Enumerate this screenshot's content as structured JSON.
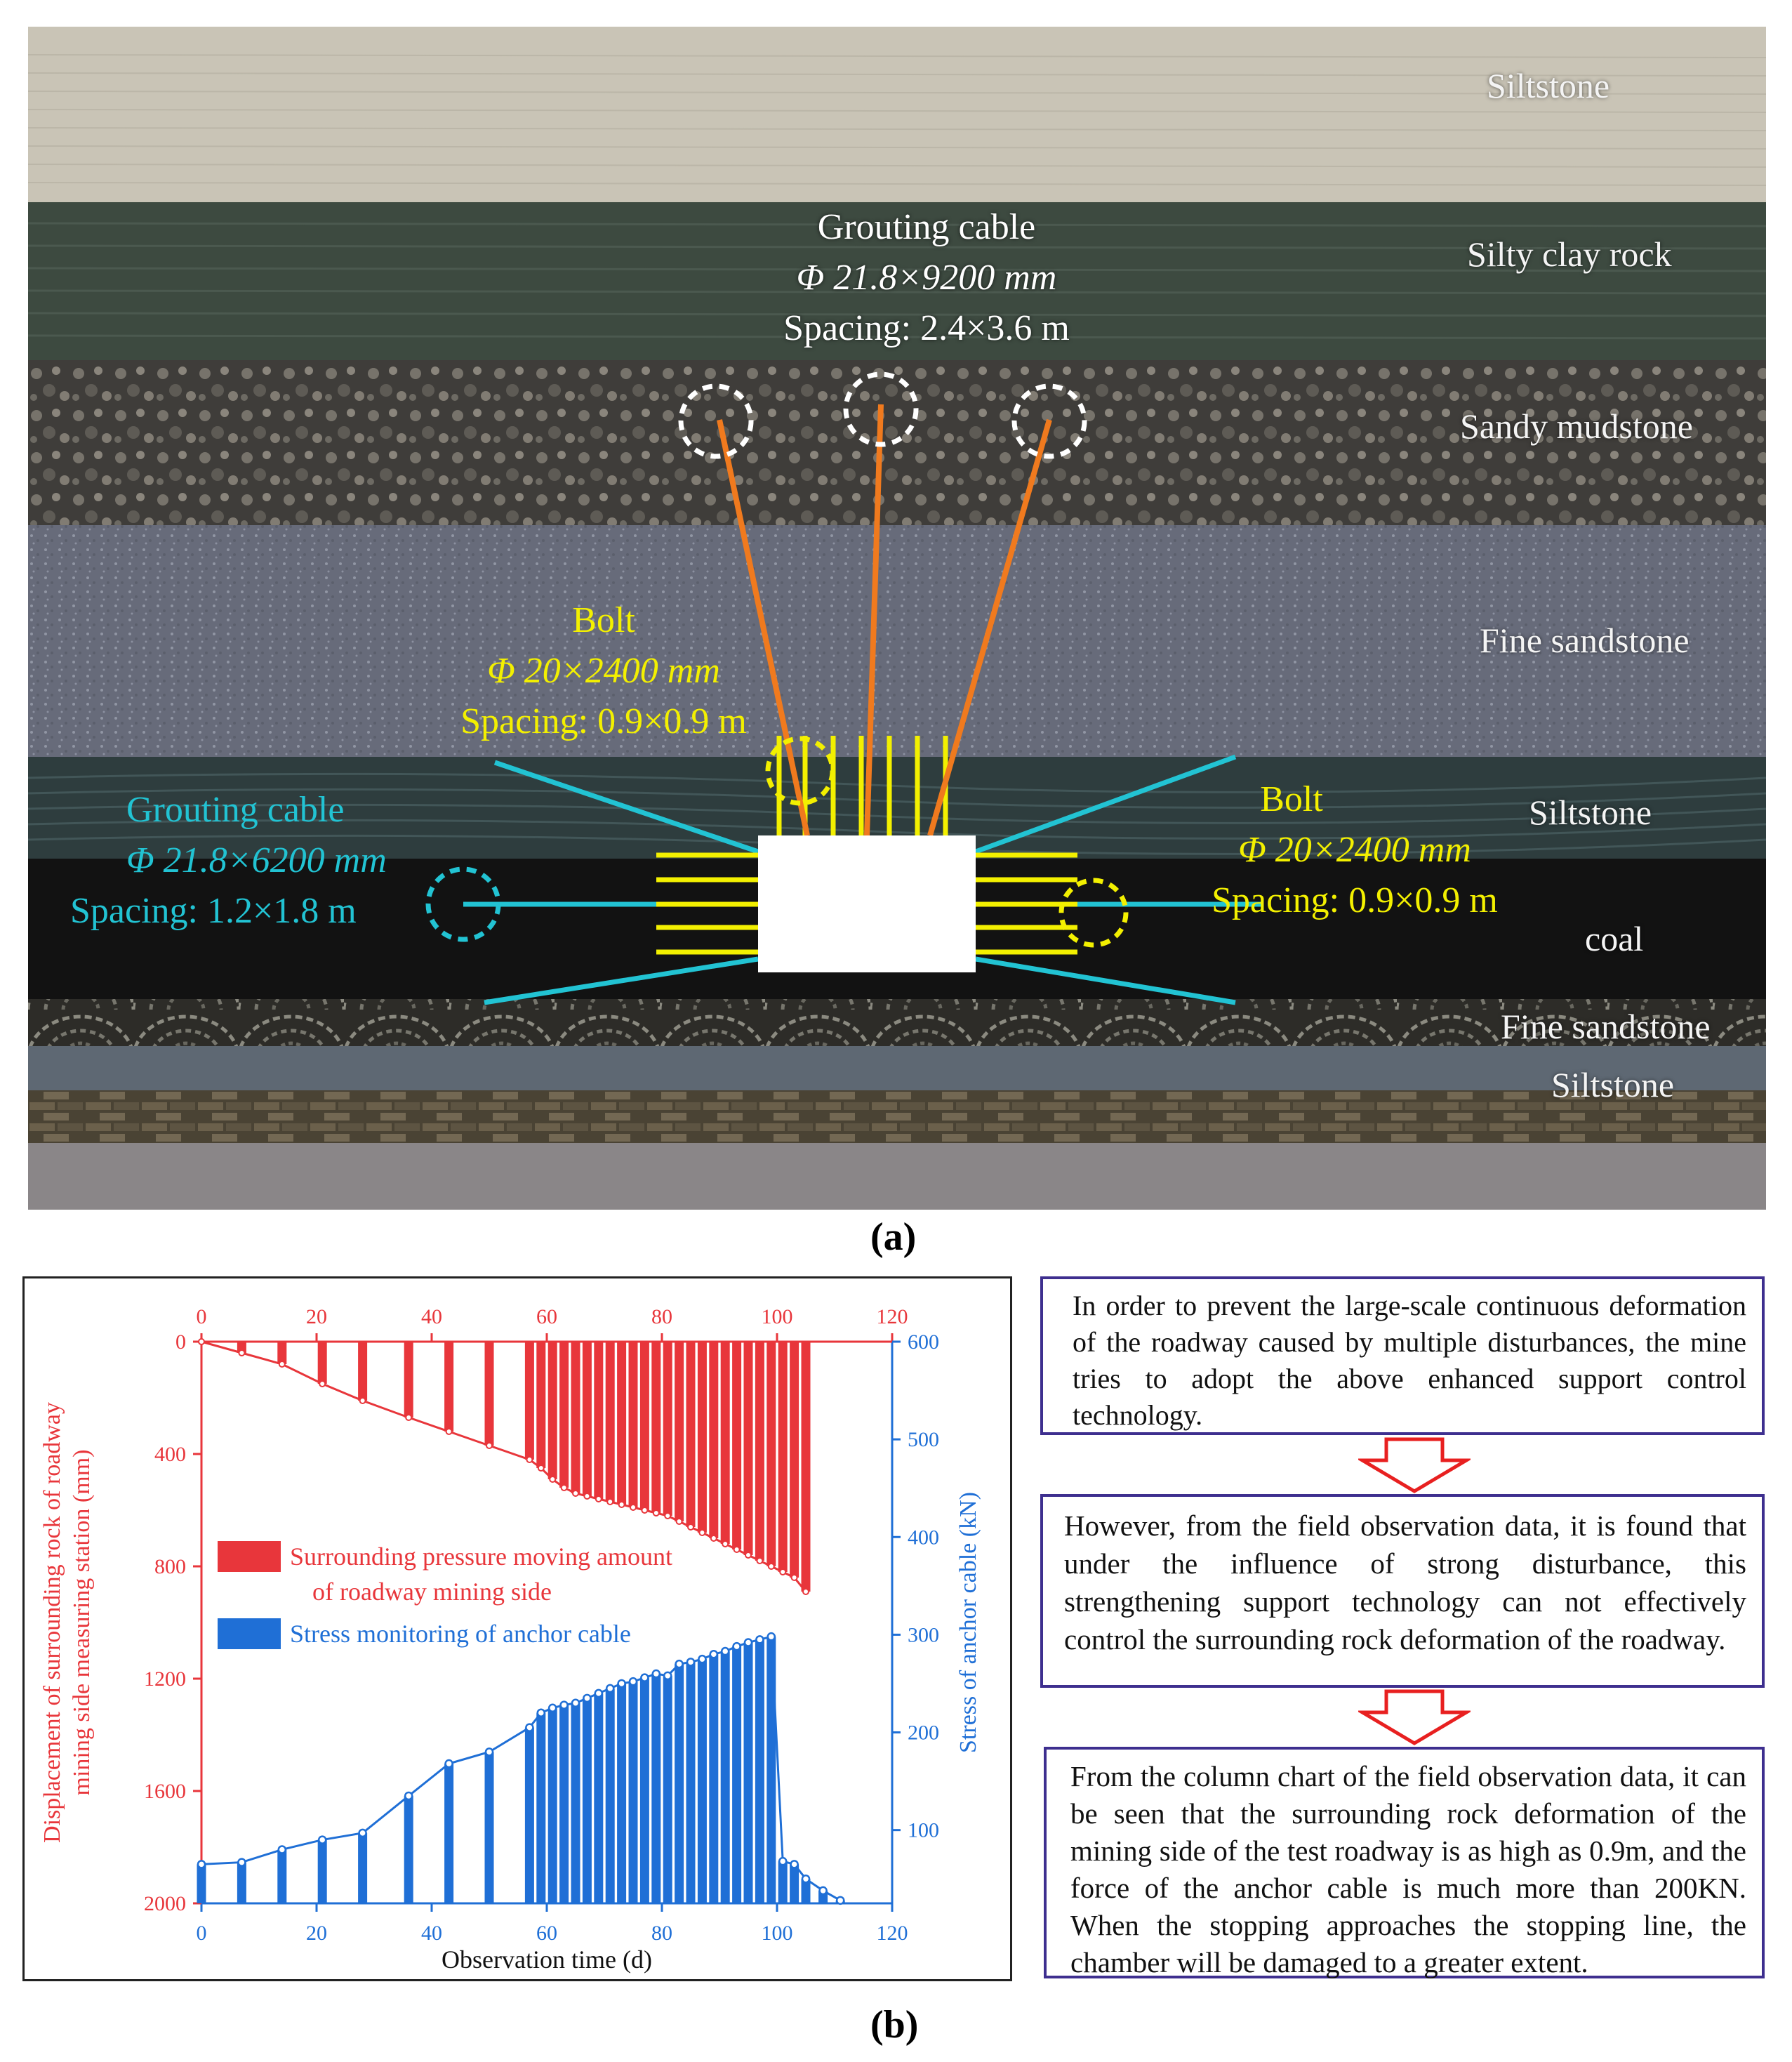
{
  "panel_a": {
    "caption": "(a)",
    "layers": [
      {
        "name": "Siltstone",
        "color": "#c9c4b6"
      },
      {
        "name": "Silty clay rock",
        "color": "#3d4a40"
      },
      {
        "name": "Sandy mudstone",
        "color": "#4a4845"
      },
      {
        "name": "Fine sandstone",
        "color": "#6f7484"
      },
      {
        "name": "Siltstone",
        "color": "#2e3d3e"
      },
      {
        "name": "coal",
        "color": "#121212"
      },
      {
        "name": "Fine sandstone",
        "color": "#3b3a35"
      },
      {
        "name": "Siltstone",
        "color": "#5e6873"
      }
    ],
    "top_cable": {
      "line1": "Grouting cable",
      "line2": "Φ 21.8×9200 mm",
      "line3": "Spacing: 2.4×3.6 m"
    },
    "left_bolt": {
      "line1": "Bolt",
      "line2": "Φ 20×2400 mm",
      "line3": "Spacing: 0.9×0.9 m"
    },
    "left_cable": {
      "line1": "Grouting cable",
      "line2": "Φ 21.8×6200 mm",
      "line3": "Spacing: 1.2×1.8 m"
    },
    "right_bolt": {
      "line1": "Bolt",
      "line2": "Φ 20×2400 mm",
      "line3": "Spacing: 0.9×0.9 m"
    },
    "colors": {
      "cable_orange": "#f07a1e",
      "bolt_yellow": "#f3f000",
      "cable_cyan": "#22c3d3"
    }
  },
  "panel_b": {
    "caption": "(b)",
    "legend": {
      "red": "Surrounding pressure moving amount",
      "red_line2": "of roadway mining side",
      "blue": "Stress monitoring of anchor cable"
    },
    "flow": [
      "In order to prevent the large-scale continuous deformation of the roadway caused by multiple disturbances, the mine tries to adopt the above enhanced support control technology.",
      "However, from the field observation data, it is found that under the influence of strong disturbance, this strengthening support technology can not effectively control the surrounding rock deformation of the roadway.",
      "From the column chart of the field observation data, it can be seen that the surrounding rock deformation of the mining side of the test roadway is as high as 0.9m, and the force of the anchor cable is much more than 200KN. When the stopping approaches the stopping line, the chamber will be damaged to a greater extent."
    ]
  },
  "chart_data": {
    "type": "bar",
    "xlabel": "Observation time (d)",
    "ylabel_left": "Displacement of surrounding rock of roadway mining side measuring station (mm)",
    "ylabel_left_line1": "Displacement of surrounding rock of roadway",
    "ylabel_left_line2": "mining side measuring station (mm)",
    "ylabel_right": "Stress of anchor cable (kN)",
    "xlim": [
      0,
      120
    ],
    "xticks": [
      0,
      20,
      40,
      60,
      80,
      100,
      120
    ],
    "ylim_left": [
      0,
      2000
    ],
    "yticks_left": [
      0,
      400,
      800,
      1200,
      1600,
      2000
    ],
    "ylim_right": [
      25,
      600
    ],
    "yticks_right": [
      100,
      200,
      300,
      400,
      500,
      600
    ],
    "series": [
      {
        "name": "Surrounding pressure moving amount of roadway mining side",
        "color": "#e8363b",
        "axis": "left-inverted",
        "x": [
          7,
          14,
          21,
          28,
          36,
          43,
          50,
          57,
          59,
          61,
          63,
          65,
          67,
          69,
          71,
          73,
          75,
          77,
          79,
          81,
          83,
          85,
          87,
          89,
          91,
          93,
          95,
          97,
          99,
          101,
          103,
          105
        ],
        "values": [
          40,
          80,
          150,
          210,
          270,
          320,
          370,
          420,
          450,
          490,
          520,
          540,
          550,
          560,
          570,
          580,
          590,
          600,
          610,
          620,
          640,
          660,
          680,
          700,
          720,
          740,
          760,
          780,
          800,
          820,
          840,
          890
        ]
      },
      {
        "name": "Stress monitoring of anchor cable",
        "color": "#1f6fd6",
        "axis": "right",
        "x": [
          0,
          7,
          14,
          21,
          28,
          36,
          43,
          50,
          57,
          59,
          61,
          63,
          65,
          67,
          69,
          71,
          73,
          75,
          77,
          79,
          81,
          83,
          85,
          87,
          89,
          91,
          93,
          95,
          97,
          99,
          101,
          103,
          105,
          108,
          111
        ],
        "values": [
          65,
          67,
          80,
          90,
          97,
          135,
          168,
          180,
          205,
          220,
          225,
          228,
          230,
          235,
          240,
          245,
          250,
          252,
          256,
          260,
          258,
          270,
          272,
          275,
          280,
          283,
          288,
          292,
          295,
          298,
          68,
          65,
          50,
          38,
          28
        ]
      }
    ]
  }
}
